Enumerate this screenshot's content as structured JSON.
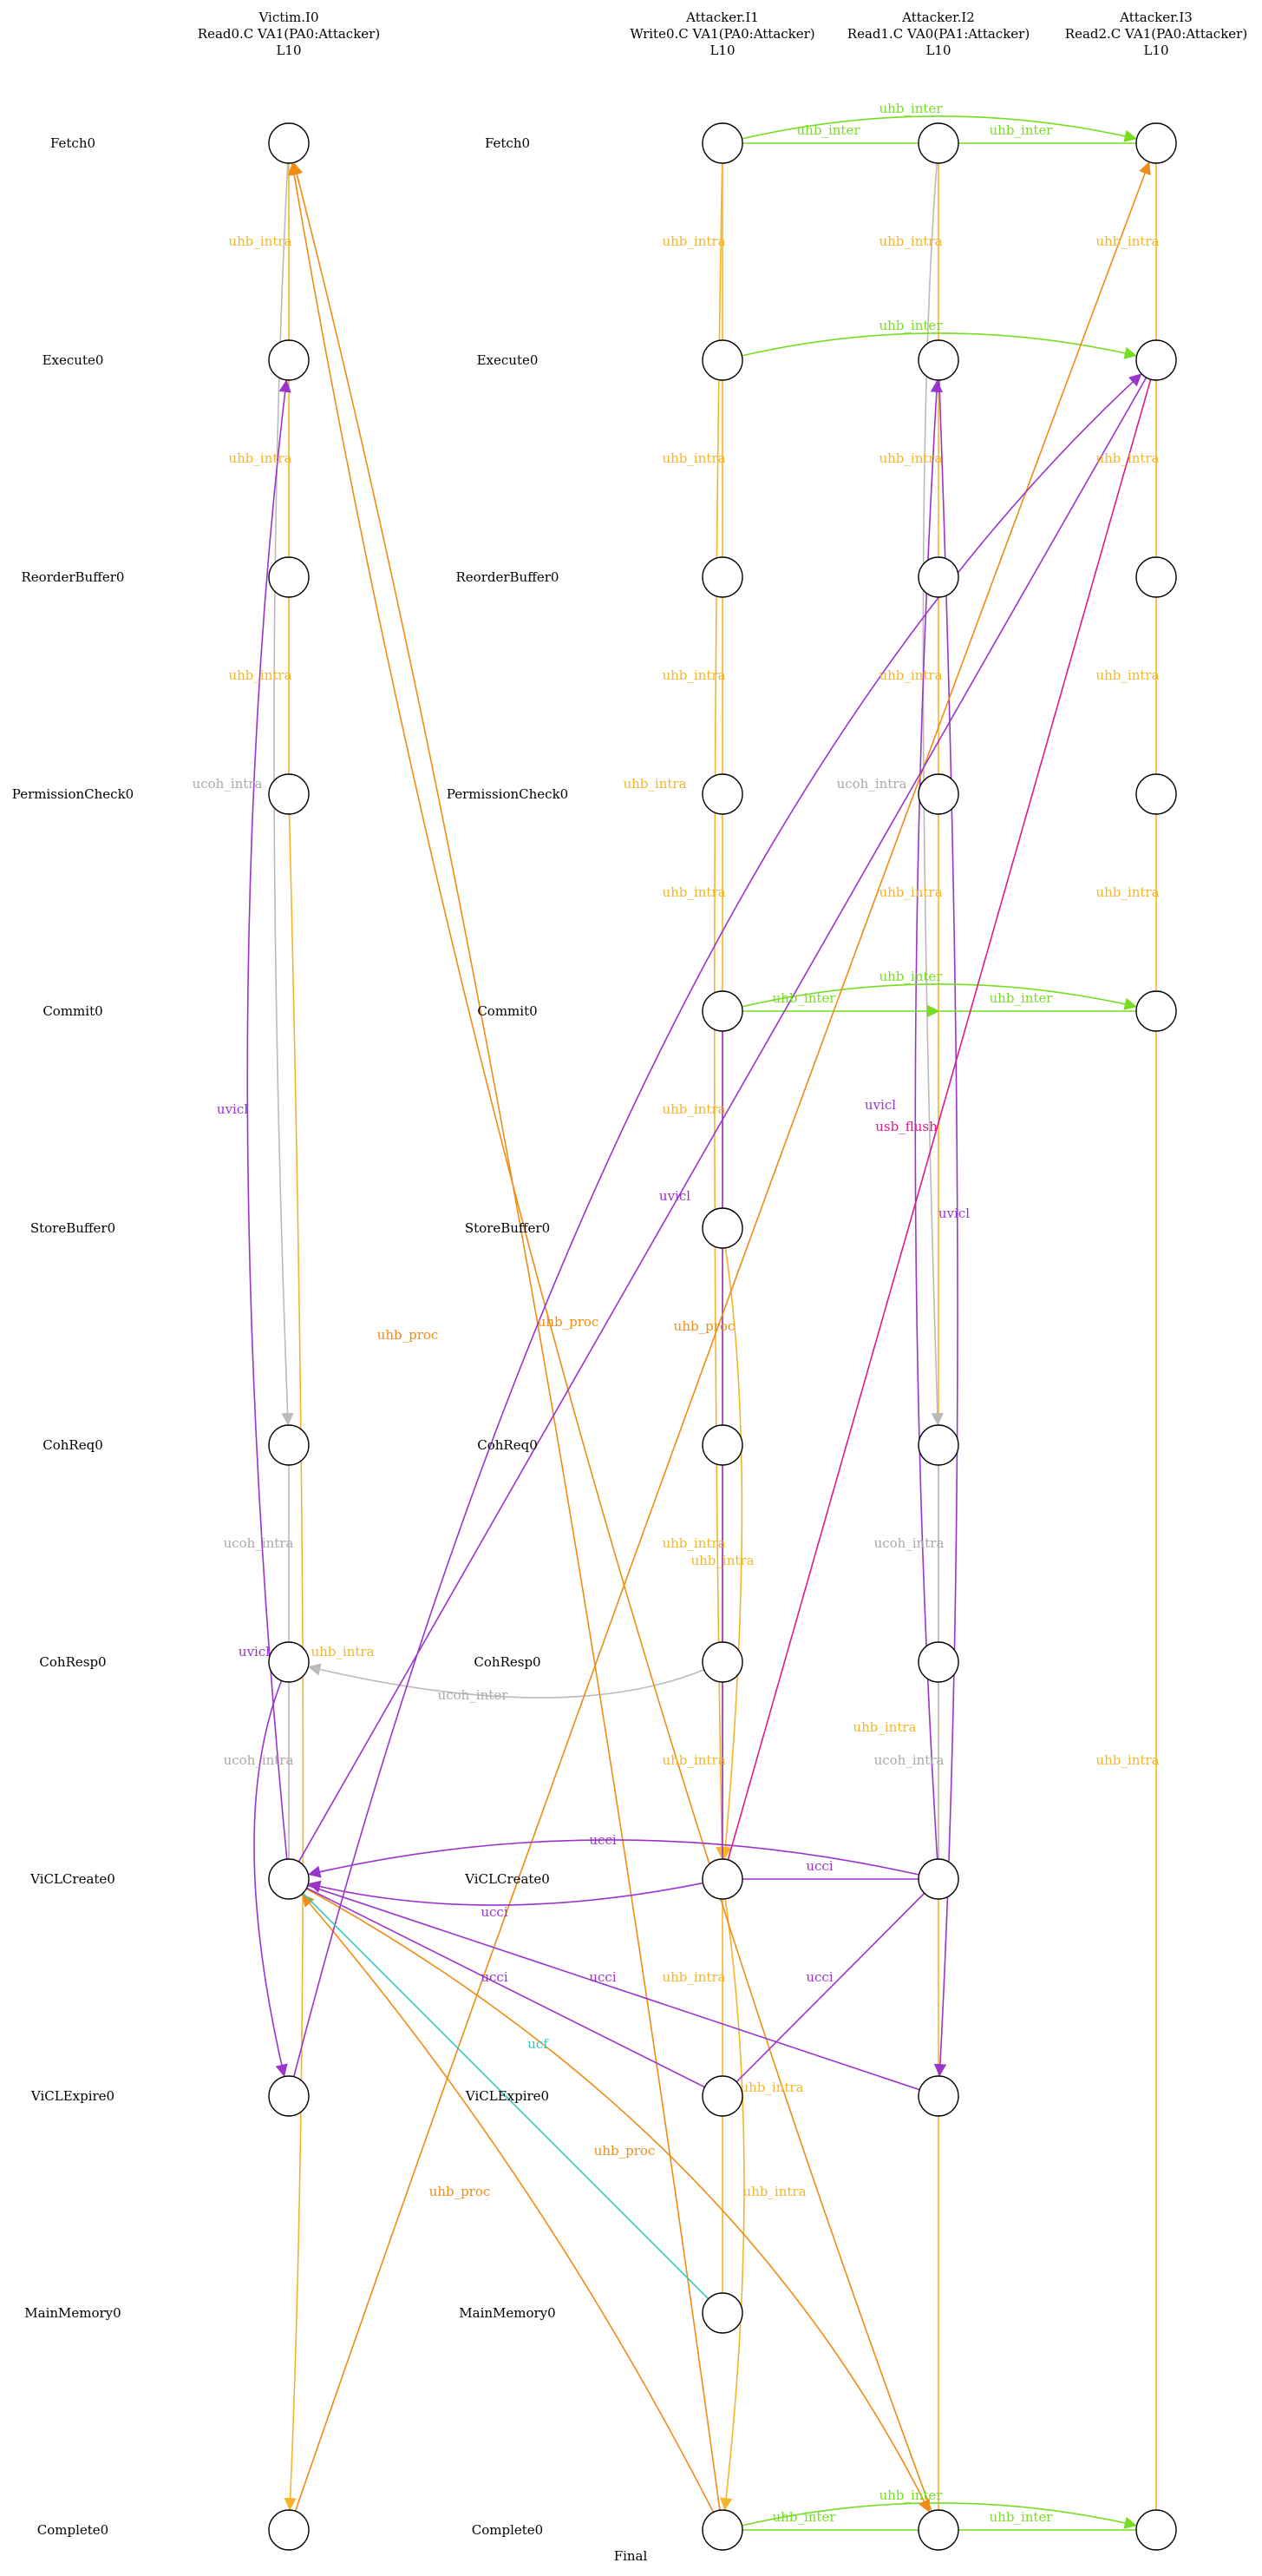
{
  "columns": [
    {
      "name": "Victim.I0",
      "op": "Read0.C VA1(PA0:Attacker)",
      "level": "L10"
    },
    {
      "name": "Attacker.I1",
      "op": "Write0.C VA1(PA0:Attacker)",
      "level": "L10"
    },
    {
      "name": "Attacker.I2",
      "op": "Read1.C VA0(PA1:Attacker)",
      "level": "L10"
    },
    {
      "name": "Attacker.I3",
      "op": "Read2.C VA1(PA0:Attacker)",
      "level": "L10"
    }
  ],
  "stages": [
    "Fetch0",
    "Execute0",
    "ReorderBuffer0",
    "PermissionCheck0",
    "Commit0",
    "StoreBuffer0",
    "CohReq0",
    "CohResp0",
    "ViCLCreate0",
    "ViCLExpire0",
    "MainMemory0",
    "Complete0"
  ],
  "nodes": {
    "0": [
      0,
      1,
      2,
      3,
      6,
      7,
      8,
      9,
      11
    ],
    "1": [
      0,
      1,
      2,
      3,
      4,
      5,
      6,
      7,
      8,
      9,
      10,
      11
    ],
    "2": [
      0,
      1,
      2,
      3,
      6,
      7,
      8,
      9,
      11
    ],
    "3": [
      0,
      1,
      2,
      3,
      4,
      11
    ]
  },
  "colors": {
    "uhb_intra": "#f5b52a",
    "uhb_inter": "#77dd22",
    "uhb_proc": "#f08c14",
    "ucoh": "#bbbbbb",
    "uvicl": "#9a35cc",
    "ucci": "#9a35cc",
    "usb_flush": "#dd1a88",
    "ucf": "#33c7c7"
  },
  "edge_labels": {
    "uhb_intra": "uhb_intra",
    "uhb_inter": "uhb_inter",
    "uhb_proc": "uhb_proc",
    "ucoh_intra": "ucoh_intra",
    "ucoh_inter": "ucoh_inter",
    "uvicl": "uvicl",
    "ucci": "ucci",
    "usb_flush": "usb_flush",
    "ucf": "ucf"
  },
  "footer": "Final"
}
